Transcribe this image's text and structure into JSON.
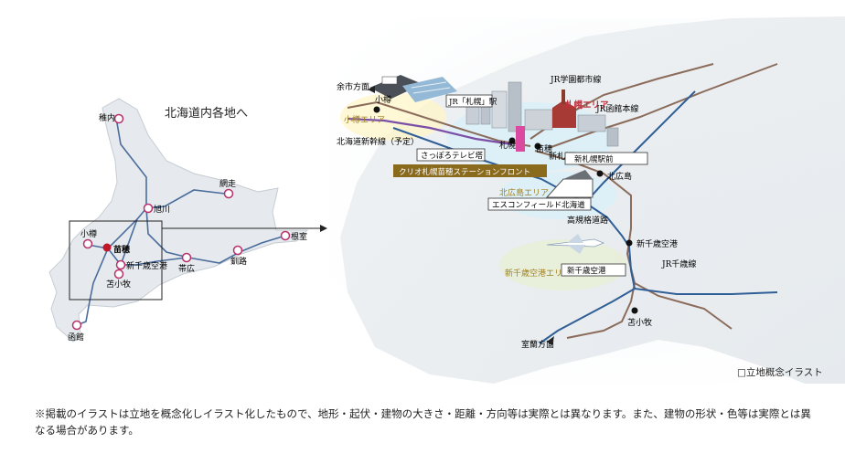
{
  "overview": {
    "title": "北海道内各地へ",
    "cities": [
      "稚内",
      "網走",
      "旭川",
      "小樽",
      "苗穂",
      "新千歳空港",
      "帯広",
      "釧路",
      "根室",
      "苫小牧",
      "函館"
    ],
    "highlight": "苗穂"
  },
  "detail": {
    "lines": [
      "JR学園都市線",
      "JR函館本線",
      "JR千歳線",
      "北海道新幹線（予定）",
      "高規格道路"
    ],
    "directions": [
      "余市方面",
      "室蘭方面"
    ],
    "stations": [
      "小樽",
      "札幌",
      "苗穂",
      "新札幌",
      "北広島",
      "新千歳空港",
      "苫小牧"
    ],
    "areas": [
      "小樽エリア",
      "札幌エリア",
      "北広島エリア",
      "新千歳空港エリア"
    ],
    "labels": [
      "JR「札幌」駅",
      "さっぽろテレビ塔",
      "新札幌駅前",
      "エスコンフィールド北海道"
    ],
    "property": "クリオ札幌苗穂ステーションフロント"
  },
  "credit": "□立地概念イラスト",
  "footnote": "※掲載のイラストは立地を概念化しイラスト化したもので、地形・起伏・建物の大きさ・距離・方向等は実際とは異なります。また、建物の形状・色等は実際とは異なる場合があります。",
  "colors": {
    "rail": "#8b6b5a",
    "road": "#2f5f96",
    "shinkansen": "#7b4fa8",
    "overviewLine": "#4a6d9c",
    "property": "#d94aa0",
    "callout": "#8a6a1c",
    "areaGold": "#a08020",
    "areaRed": "#c0303c"
  }
}
